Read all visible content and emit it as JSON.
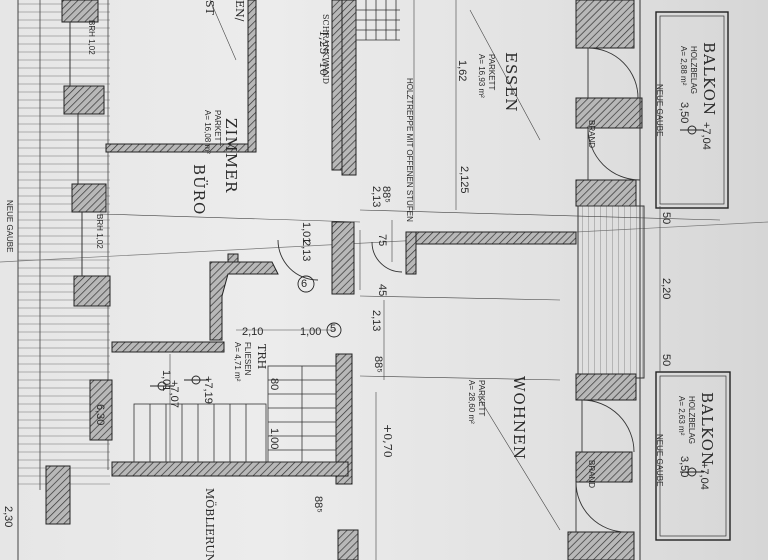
{
  "rooms": {
    "essen": {
      "name": "ESSEN",
      "floor": "PARKETT",
      "area": "A= 16,93 m²"
    },
    "zimmer": {
      "name": "ZIMMER",
      "sub": "BÜRO",
      "floor": "PARKETT",
      "area": "A= 16,08 m²"
    },
    "wohnen": {
      "name": "WOHNEN",
      "floor": "PARKETT",
      "area": "A= 28,60 m²"
    },
    "treppenhaus": {
      "name": "TRH",
      "floor": "FLIESEN",
      "area": "A= 4,71 m²"
    },
    "balkon_top": {
      "name": "BALKON",
      "floor": "HOLZBELAG",
      "area": "A= 2,88 m²"
    },
    "balkon_bottom": {
      "name": "BALKON",
      "floor": "HOLZBELAG",
      "area": "A= 2,63 m²"
    }
  },
  "dimensions": {
    "d_350_top": "3,50",
    "d_350_bottom": "3,50",
    "d_50_a": "50",
    "d_220": "2,20",
    "d_50_b": "50",
    "d_162": "1,62",
    "d_2125": "2,125",
    "d_101": "1,01",
    "d_213_a": "2,13",
    "d_213_b": "2,13",
    "d_213_c": "2,13",
    "d_210": "2,10",
    "d_100_a": "1,00",
    "d_100_b": "1,00",
    "d_101_b": "1,01",
    "d_80": "80",
    "d_885_a": "88⁵",
    "d_885_b": "88⁵",
    "d_885_c": "88⁵",
    "d_75": "75",
    "d_45": "45",
    "d_630": "6,30",
    "d_230": "2,30"
  },
  "levels": {
    "lvl_704_top": "+7,04",
    "lvl_704_bottom": "+7,04",
    "lvl_719": "+7,19",
    "lvl_707": "+7,07"
  },
  "annotations": {
    "circle_6": "6",
    "circle_5": "5",
    "neue_gaube_left": "NEUE GAUBE",
    "neue_gaube_top": "NEUE GAUBE",
    "neue_gaube_bottom": "NEUE GAUBE",
    "holztreppe": "HOLZTREPPE MIT OFFENEN STUFEN",
    "bhh": "BRH 1,02",
    "bhh_2": "BRH 1,02",
    "brand": "BRAND",
    "brand_2": "BRAND",
    "ff": "1,25 -10",
    "notes_top": "EN/",
    "notes_st": "ST",
    "schrank": "SCHRANKWAND",
    "moeblierung": "MÖBLIERUNG",
    "vorhang": "+0,70"
  },
  "colors": {
    "paper": "#e8e8e8",
    "ink": "#2a2a2a",
    "wall_fill": "#9a9a9a"
  }
}
